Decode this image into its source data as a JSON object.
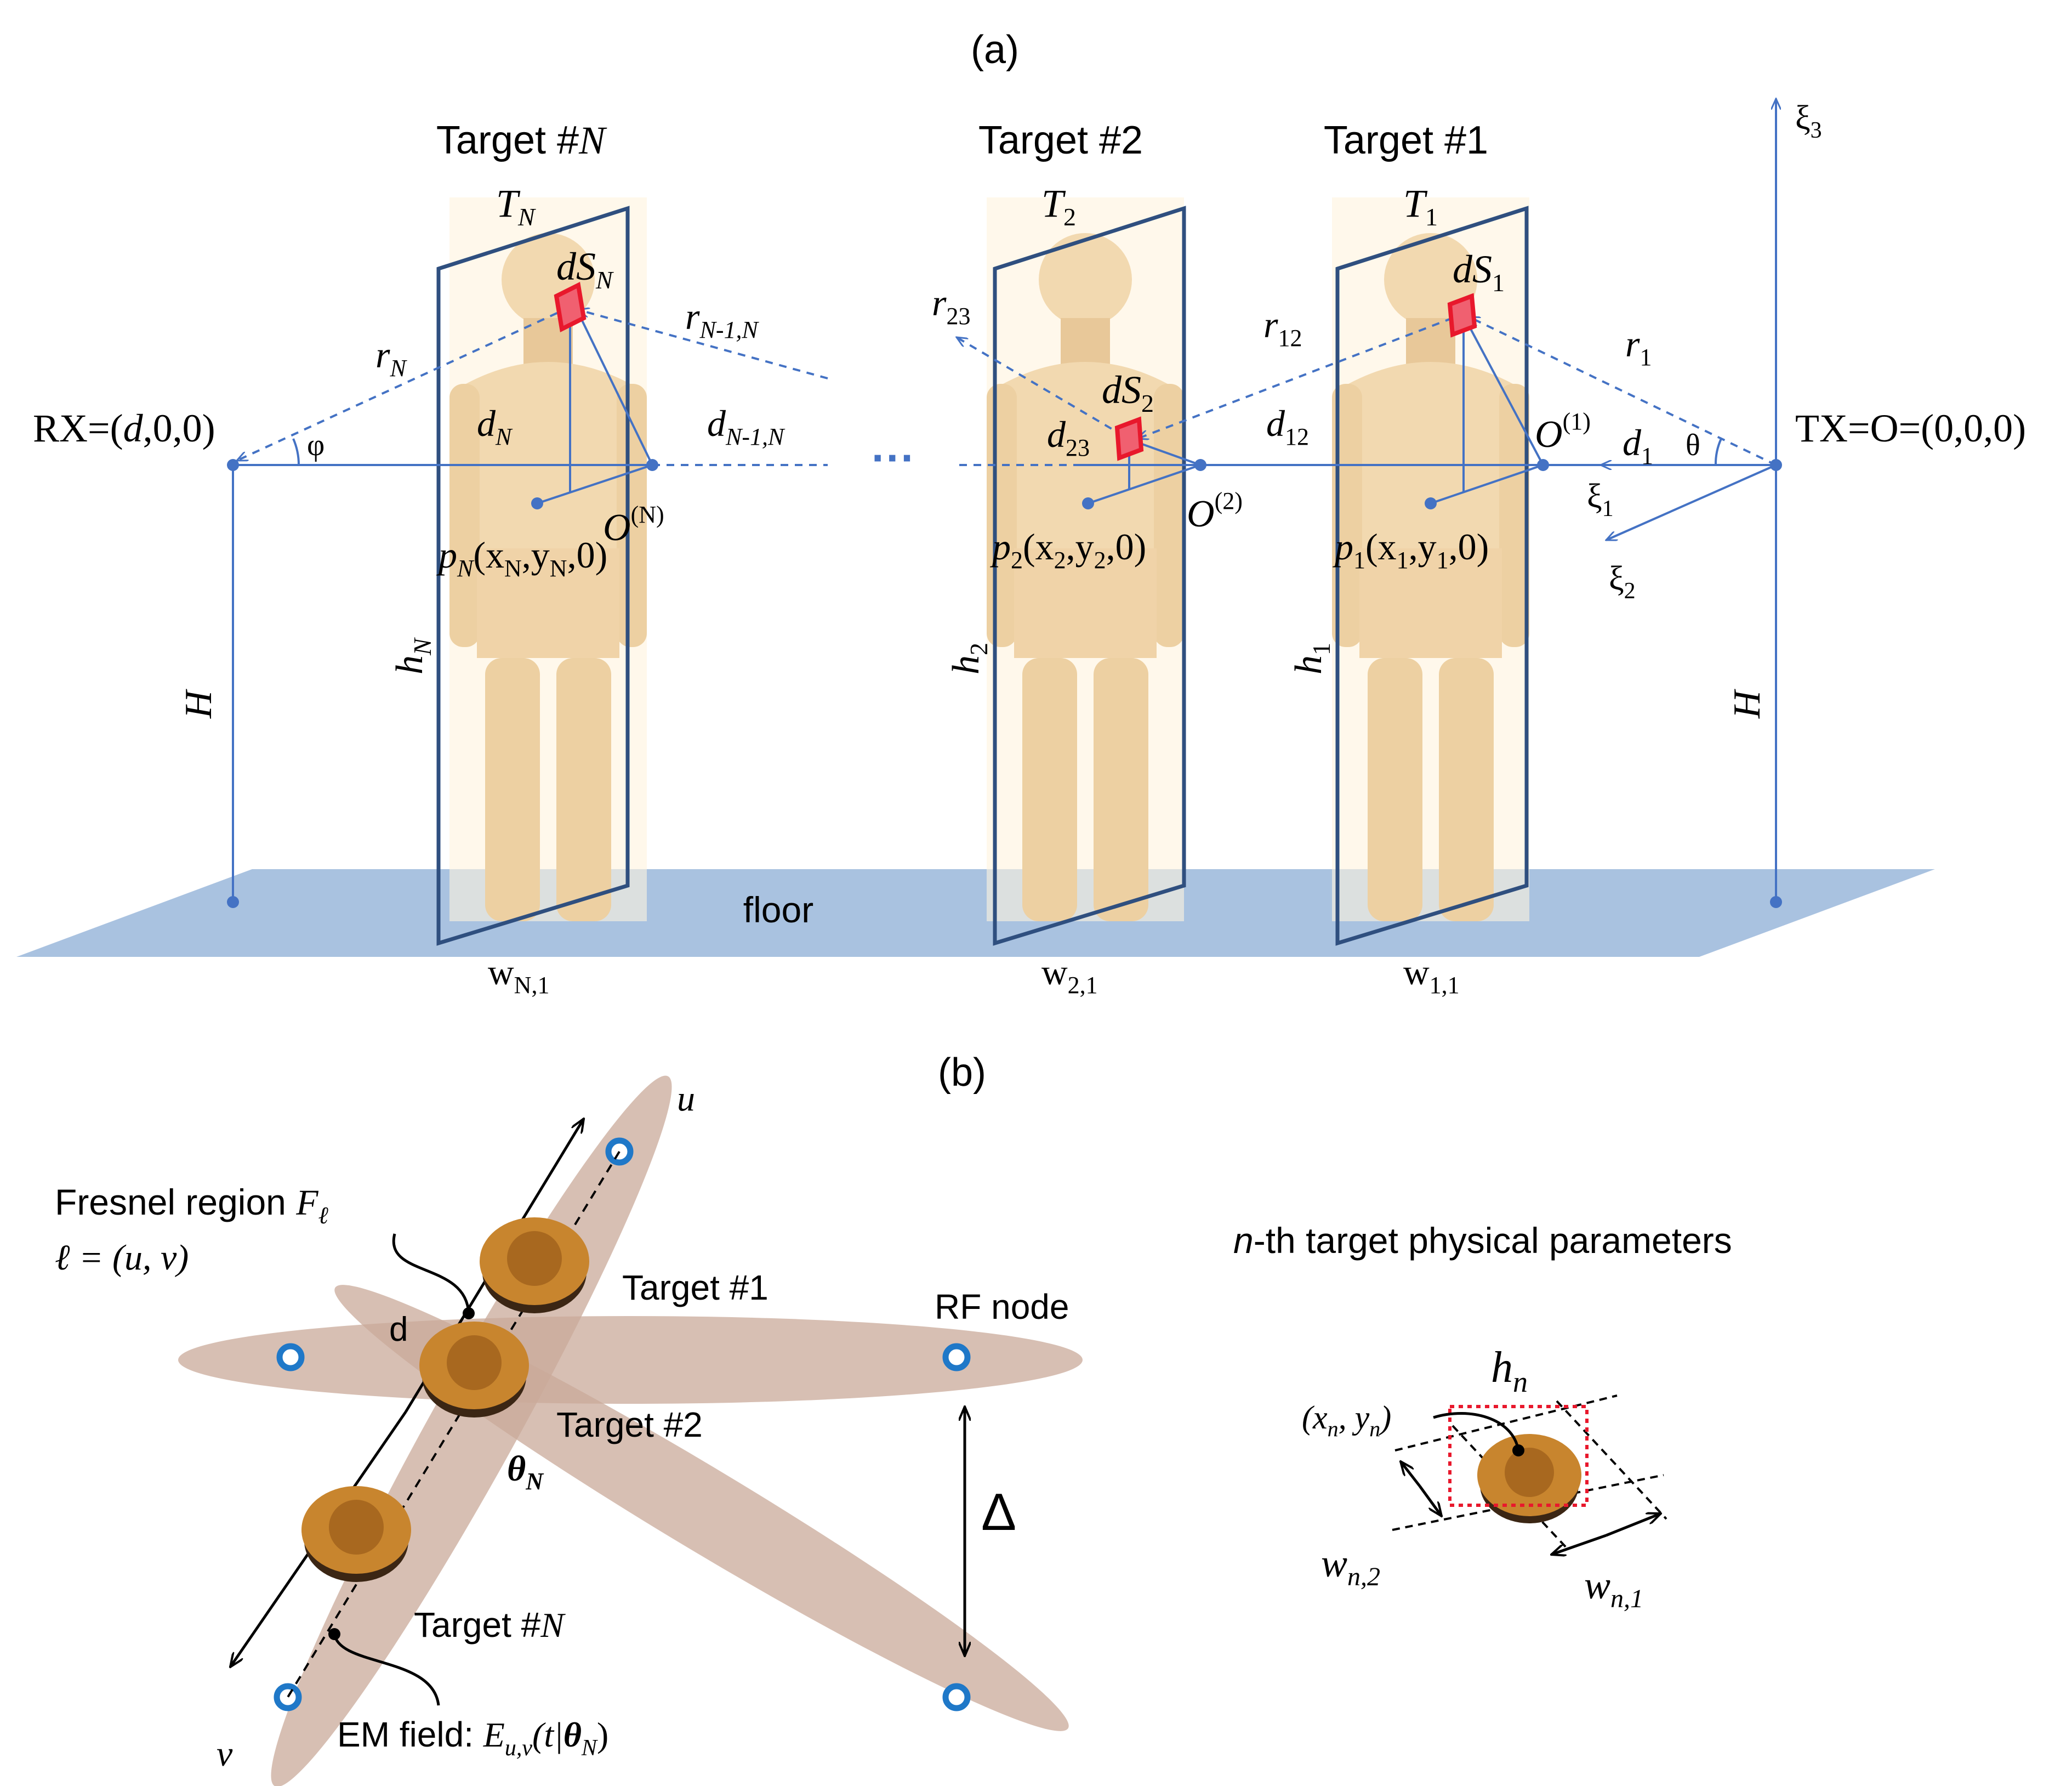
{
  "panel_a": {
    "label": "(a)",
    "targets": [
      {
        "title": "Target #",
        "title_var": "N",
        "plane": "T",
        "plane_sub": "N",
        "patch": "dS",
        "patch_sub": "N",
        "dist": "d",
        "dist_sub": "N",
        "height": "h",
        "height_sub": "N",
        "width": "w",
        "width_sub": "N,1",
        "origin": "O",
        "origin_sup": "(N)",
        "pos_var": "p",
        "pos_sub": "N",
        "pos_coords": "(x",
        "pos_x_sub": "N",
        "pos_mid": ",y",
        "pos_y_sub": "N",
        "pos_end": ",0)"
      },
      {
        "title": "Target #2",
        "plane": "T",
        "plane_sub": "2",
        "patch": "dS",
        "patch_sub": "2",
        "dist": "d",
        "dist_sub": "23",
        "height": "h",
        "height_sub": "2",
        "width": "w",
        "width_sub": "2,1",
        "origin": "O",
        "origin_sup": "(2)",
        "pos_var": "p",
        "pos_sub": "2",
        "pos_coords": "(x",
        "pos_x_sub": "2",
        "pos_mid": ",y",
        "pos_y_sub": "2",
        "pos_end": ",0)"
      },
      {
        "title": "Target #1",
        "plane": "T",
        "plane_sub": "1",
        "patch": "dS",
        "patch_sub": "1",
        "dist": "d",
        "dist_sub": "12",
        "height": "h",
        "height_sub": "1",
        "width": "w",
        "width_sub": "1,1",
        "origin": "O",
        "origin_sup": "(1)",
        "pos_var": "p",
        "pos_sub": "1",
        "pos_coords": "(x",
        "pos_x_sub": "1",
        "pos_mid": ",y",
        "pos_y_sub": "1",
        "pos_end": ",0)"
      }
    ],
    "rx_label_pre": "RX=(",
    "rx_label_var": "d",
    "rx_label_post": ",0,0)",
    "tx_label": "TX=O=(0,0,0)",
    "phi": "φ",
    "theta": "θ",
    "r_N": "r",
    "r_N_sub": "N",
    "r_N1N": "r",
    "r_N1N_sub": "N-1,N",
    "d_N1N": "d",
    "d_N1N_sub": "N-1,N",
    "r_23": "r",
    "r_23_sub": "23",
    "r_12": "r",
    "r_12_sub": "12",
    "r_1": "r",
    "r_1_sub": "1",
    "d_1": "d",
    "d_1_sub": "1",
    "ellipsis": "···",
    "xi": "ξ",
    "xi1": "1",
    "xi2": "2",
    "xi3": "3",
    "H": "H",
    "floor": "floor"
  },
  "panel_b": {
    "label": "(b)",
    "fresnel_line1": "Fresnel region ",
    "fresnel_F": "F",
    "fresnel_F_sub": "ℓ",
    "fresnel_line2": "ℓ = (u, v)",
    "d": "d",
    "u": "u",
    "v": "v",
    "target1": "Target #1",
    "target2": "Target #2",
    "targetN_pre": "Target #",
    "targetN_var": "N",
    "rf_node": "RF node",
    "theta": "θ",
    "theta_sub": "N",
    "delta": "Δ",
    "em_pre": "EM field: ",
    "em_E": "E",
    "em_sub": "u,v",
    "em_arg_pre": "(t|",
    "em_arg_theta": "θ",
    "em_arg_theta_sub": "N",
    "em_arg_post": ")",
    "params_n": "n",
    "params_title": "-th target physical parameters",
    "hn": "h",
    "hn_sub": "n",
    "xy_pre": "(x",
    "xy_sub1": "n",
    "xy_mid": ", y",
    "xy_sub2": "n",
    "xy_post": ")",
    "wn2": "w",
    "wn2_sub": "n,2",
    "wn1": "w",
    "wn1_sub": "n,1"
  },
  "colors": {
    "line_blue": "#4472c4",
    "plane_navy": "#2f4f7f",
    "floor_blue": "#a9c2e0",
    "body_tan": "#f2d9b0",
    "patch_red": "#e8182c",
    "ellipse_brown": "#c9a99a",
    "person_orange": "#c8852e",
    "text": "#000000"
  }
}
